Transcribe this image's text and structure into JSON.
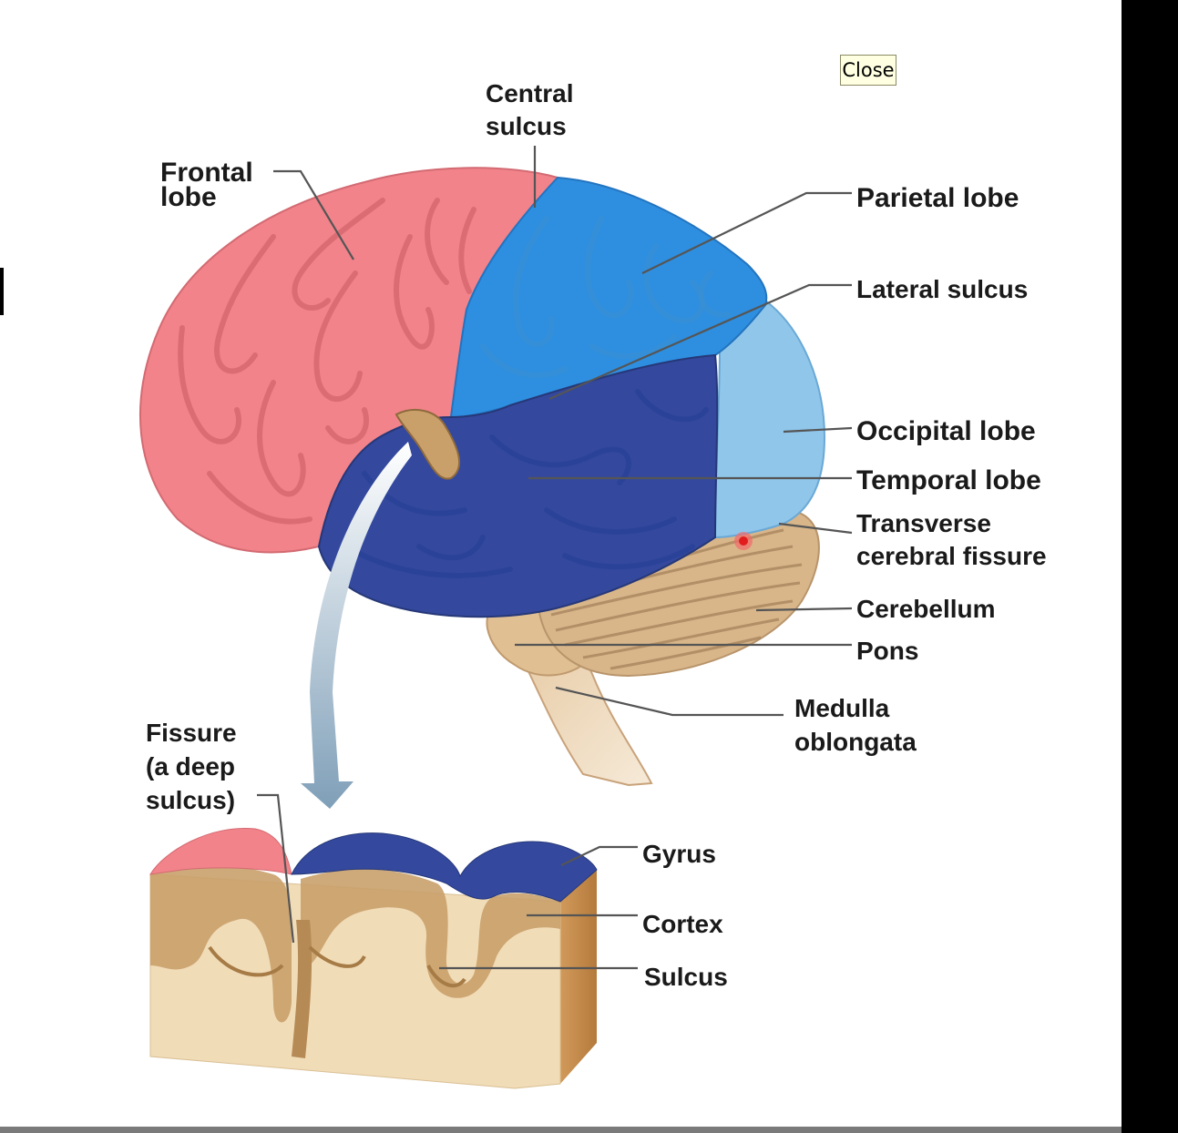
{
  "close_button": "Close",
  "labels": {
    "central_sulcus": [
      "Central",
      "sulcus"
    ],
    "frontal_lobe": [
      "Frontal",
      "lobe"
    ],
    "parietal_lobe": "Parietal lobe",
    "lateral_sulcus": "Lateral sulcus",
    "occipital_lobe": "Occipital lobe",
    "temporal_lobe": "Temporal lobe",
    "transverse_cerebral_fissure": [
      "Transverse",
      "cerebral fissure"
    ],
    "cerebellum": "Cerebellum",
    "pons": "Pons",
    "medulla_oblongata": [
      "Medulla",
      "oblongata"
    ],
    "fissure": [
      "Fissure",
      "(a deep",
      "sulcus)"
    ],
    "gyrus": "Gyrus",
    "cortex": "Cortex",
    "sulcus": "Sulcus"
  },
  "colors": {
    "frontal": "#f2838a",
    "parietal": "#2e8fe0",
    "occipital": "#8fc6ea",
    "temporal": "#34489e",
    "cerebellum": "#d8b68a",
    "brainstem": "#e2c49e",
    "cortex_tissue": "#c9a06a",
    "white_matter": "#f1dcb8"
  }
}
